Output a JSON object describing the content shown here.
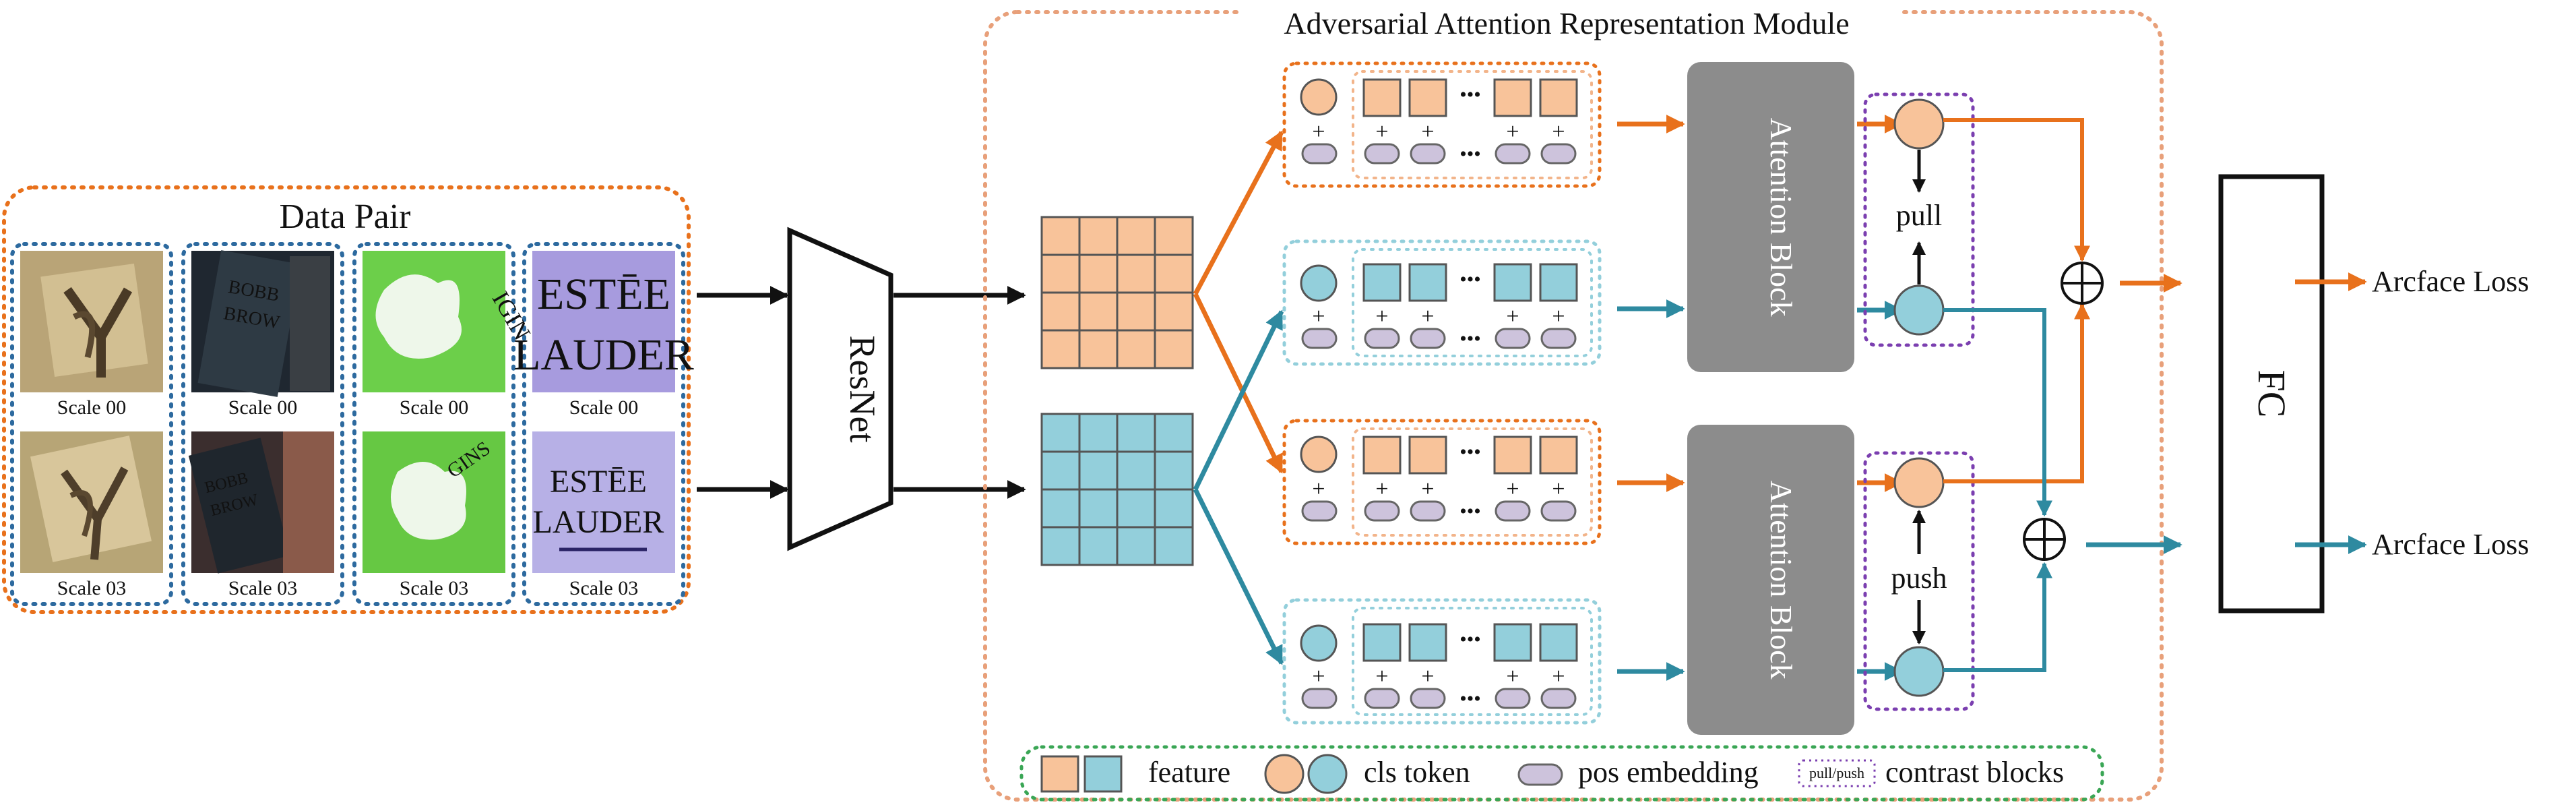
{
  "data_pair": {
    "title": "Data Pair",
    "columns": [
      {
        "brand": "YSL",
        "scale_top": "Scale 00",
        "scale_bottom": "Scale 03"
      },
      {
        "brand": "BOBBI BROWN",
        "scale_top": "Scale 00",
        "scale_bottom": "Scale 03"
      },
      {
        "brand": "ORIGINS",
        "scale_top": "Scale 00",
        "scale_bottom": "Scale 03"
      },
      {
        "brand": "ESTEE LAUDER",
        "scale_top": "Scale 00",
        "scale_bottom": "Scale 03"
      }
    ],
    "estee_top_line1": "ESTĒE",
    "estee_top_line2": "LAUDER",
    "estee_bottom_line1": "ESTĒE",
    "estee_bottom_line2": "LAUDER"
  },
  "backbone": {
    "label": "ResNet"
  },
  "module": {
    "title": "Adversarial Attention Representation Module",
    "attention_block_label": "Attention Block",
    "ellipsis": "•••",
    "plus": "+",
    "pull_label": "pull",
    "push_label": "push"
  },
  "head": {
    "fc_label": "FC",
    "loss_top": "Arcface Loss",
    "loss_bottom": "Arcface Loss"
  },
  "legend": {
    "feature": "feature",
    "cls_token": "cls token",
    "pos_embedding": "pos embedding",
    "contrast_tag": "pull/push",
    "contrast_blocks": "contrast blocks"
  },
  "colors": {
    "orange_fill": "#f8c39a",
    "orange_line": "#e8711c",
    "teal_fill": "#93cfdb",
    "teal_line": "#2e8aa0",
    "lavender": "#cdc3dc",
    "gray_block": "#8c8c8c",
    "purple_dot": "#7b3fb0",
    "green_dot": "#3aa655",
    "blue_dot": "#2d6a9f"
  }
}
